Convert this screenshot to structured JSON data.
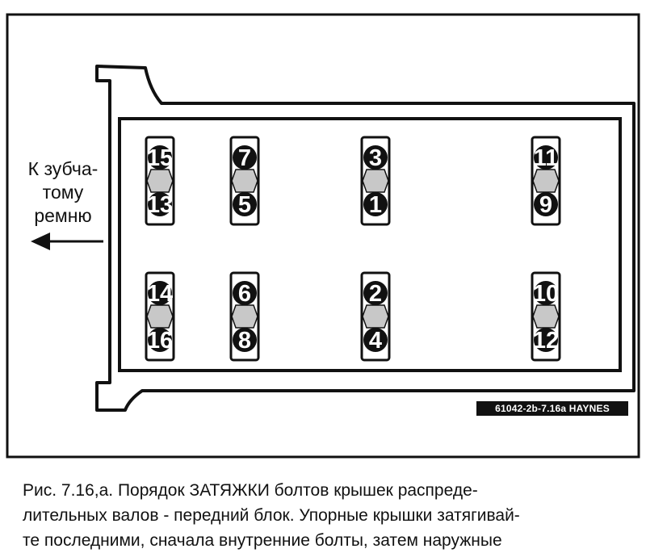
{
  "diagram": {
    "direction_label_lines": [
      "К зубча-",
      "тому",
      "ремню"
    ],
    "reference_code": "61042-2b-7.16a HAYNES",
    "colors": {
      "line": "#111111",
      "background": "#ffffff",
      "cap_fill": "#c8c8c8"
    },
    "bolt_caps": [
      {
        "top": "15",
        "bottom": "13",
        "icon": "bolt-cap-icon"
      },
      {
        "top": "7",
        "bottom": "5",
        "icon": "bolt-cap-icon"
      },
      {
        "top": "3",
        "bottom": "1",
        "icon": "bolt-cap-icon"
      },
      {
        "top": "11",
        "bottom": "9",
        "icon": "bolt-cap-icon"
      },
      {
        "top": "14",
        "bottom": "16",
        "icon": "bolt-cap-icon"
      },
      {
        "top": "6",
        "bottom": "8",
        "icon": "bolt-cap-icon"
      },
      {
        "top": "2",
        "bottom": "4",
        "icon": "bolt-cap-icon"
      },
      {
        "top": "10",
        "bottom": "12",
        "icon": "bolt-cap-icon"
      }
    ],
    "arrow_icon": "arrow-left-icon"
  },
  "caption": {
    "lines": [
      "Рис. 7.16,а. Порядок ЗАТЯЖКИ болтов крышек распреде-",
      "лительных валов - передний блок. Упорные крышки затягивай-",
      "те последними, сначала внутренние болты, затем наружные"
    ]
  }
}
